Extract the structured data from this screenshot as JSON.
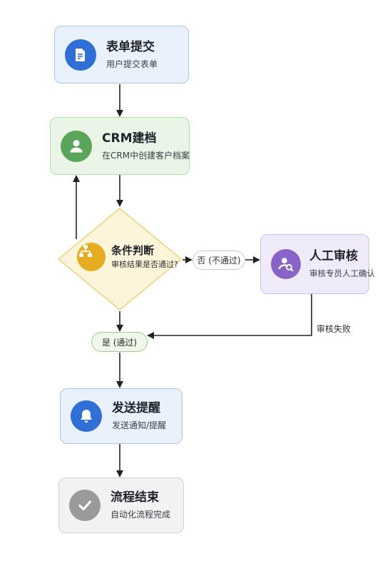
{
  "nodes": {
    "form_submit": {
      "title": "表单提交",
      "subtitle": "用户提交表单",
      "icon": "document-icon",
      "color": "#2f6fd6"
    },
    "crm_archive": {
      "title": "CRM建档",
      "subtitle": "在CRM中创建客户档案",
      "icon": "user-icon",
      "color": "#5aa55a"
    },
    "condition": {
      "title": "条件判断",
      "subtitle": "审核结果是否通过?",
      "icon": "flowchart-icon",
      "color": "#e6ad22"
    },
    "manual_review": {
      "title": "人工审核",
      "subtitle": "审核专员人工确认",
      "icon": "user-search-icon",
      "color": "#8a63c9"
    },
    "send_reminder": {
      "title": "发送提醒",
      "subtitle": "发送通知/提醒",
      "icon": "bell-icon",
      "color": "#2f6fd6"
    },
    "flow_end": {
      "title": "流程结束",
      "subtitle": "自动化流程完成",
      "icon": "check-icon",
      "color": "#9a9a9a"
    }
  },
  "labels": {
    "no": "否 (不通过)",
    "yes": "是 (通过)",
    "review_fail": "审核失败"
  }
}
